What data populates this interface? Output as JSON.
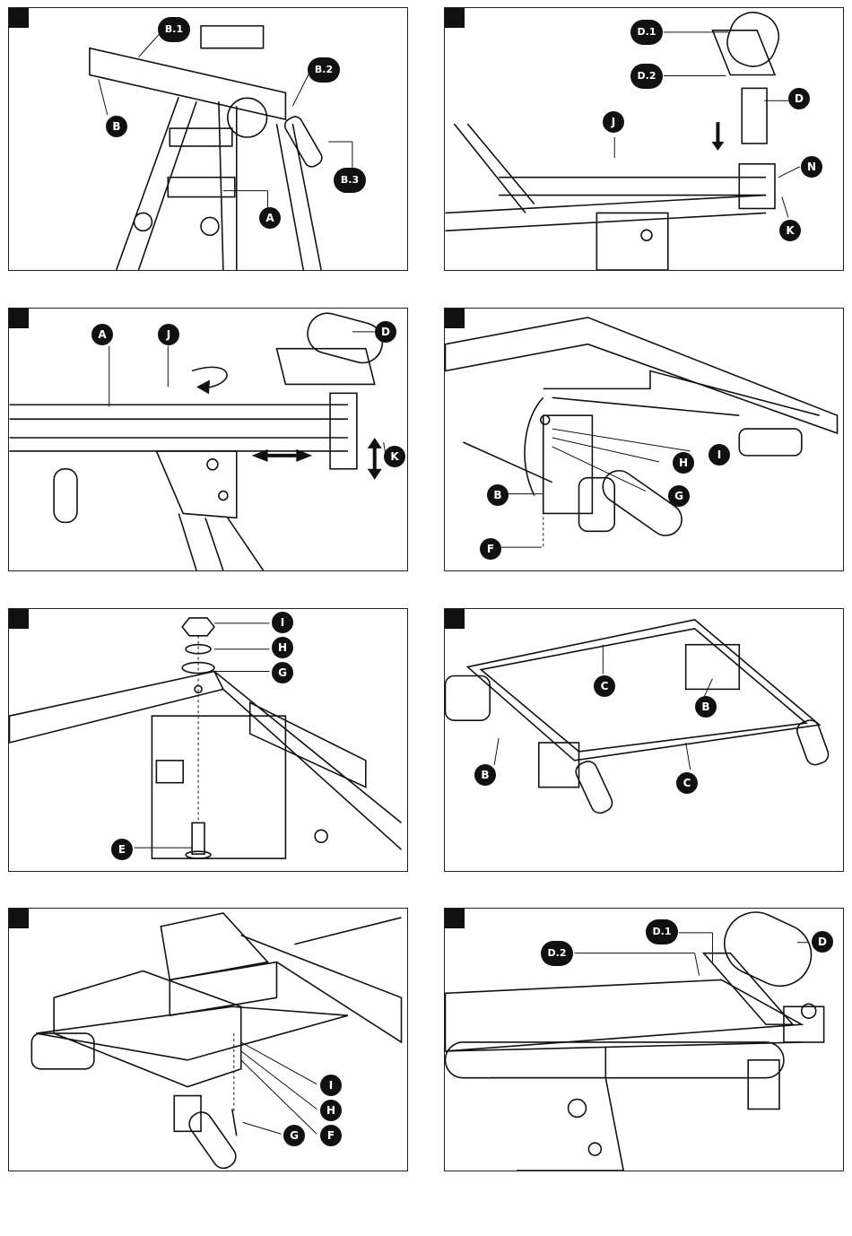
{
  "panels": [
    {
      "id": "p1",
      "labels": [
        "B.1",
        "B.2",
        "B.3",
        "B",
        "A"
      ]
    },
    {
      "id": "p2",
      "labels": [
        "D.1",
        "D.2",
        "D",
        "J",
        "N",
        "K"
      ]
    },
    {
      "id": "p3",
      "labels": [
        "A",
        "J",
        "D",
        "K"
      ]
    },
    {
      "id": "p4",
      "labels": [
        "I",
        "H",
        "G",
        "B",
        "F"
      ]
    },
    {
      "id": "p5",
      "labels": [
        "I",
        "H",
        "G",
        "E"
      ]
    },
    {
      "id": "p6",
      "labels": [
        "C",
        "B",
        "B",
        "C"
      ]
    },
    {
      "id": "p7",
      "labels": [
        "I",
        "H",
        "G",
        "F"
      ]
    },
    {
      "id": "p8",
      "labels": [
        "D.1",
        "D.2",
        "D"
      ]
    }
  ],
  "colors": {
    "ink": "#111111",
    "paper": "#ffffff"
  }
}
